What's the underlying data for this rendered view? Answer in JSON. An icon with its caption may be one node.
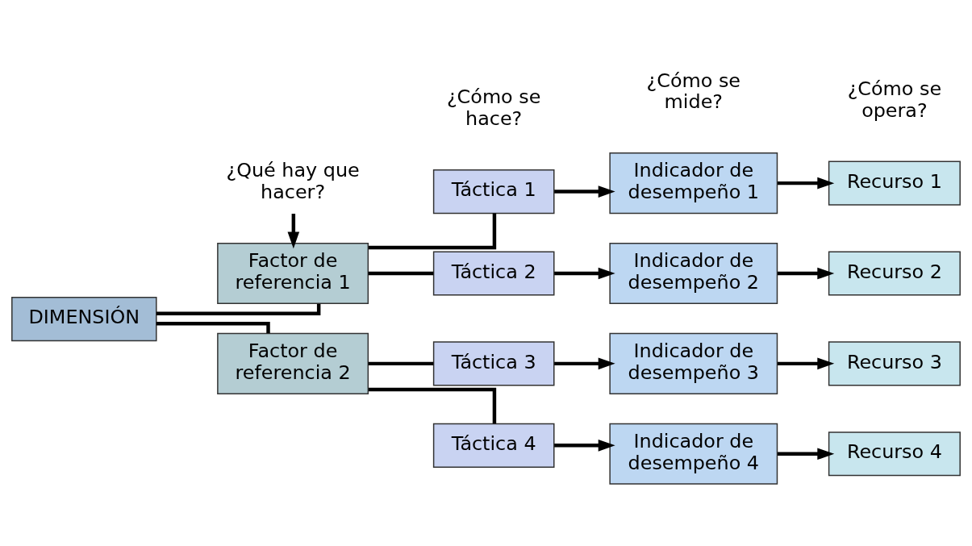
{
  "diagram": {
    "nodes": [
      {
        "text": [
          "¿Qué hay que hacer?"
        ]
      },
      {
        "text": [
          "DIMENSIÓN"
        ]
      },
      {
        "text": [
          "Factor de referencia 1"
        ]
      },
      {
        "text": [
          "Factor de referencia 2"
        ]
      },
      {
        "text": [
          "Táctica 1"
        ]
      },
      {
        "text": [
          "Táctica 2"
        ]
      },
      {
        "text": [
          "Táctica 3"
        ]
      },
      {
        "text": [
          "Táctica 4"
        ]
      },
      {
        "text": [
          "Indicador de desempeño 1"
        ]
      },
      {
        "text": [
          "Indicador de desempeño 2"
        ]
      },
      {
        "text": [
          "Indicador de desempeño 3"
        ]
      },
      {
        "text": [
          "Indicador de desempeño 4"
        ]
      },
      {
        "text": [
          "Recurso 1"
        ]
      },
      {
        "text": [
          "Recurso 2"
        ]
      },
      {
        "text": [
          "Recurso 3"
        ]
      },
      {
        "text": [
          "Recurso 4"
        ]
      }
    ],
    "edges": [
      {
        "from": 0,
        "to": 2,
        "arrow": "to"
      },
      {
        "from": 1,
        "to": 2,
        "arrow": "none"
      },
      {
        "from": 1,
        "to": 3,
        "arrow": "none"
      },
      {
        "from": 2,
        "to": 4,
        "arrow": "none"
      },
      {
        "from": 2,
        "to": 5,
        "arrow": "none"
      },
      {
        "from": 3,
        "to": 6,
        "arrow": "none"
      },
      {
        "from": 3,
        "to": 7,
        "arrow": "none"
      },
      {
        "from": 4,
        "to": 8,
        "arrow": "to"
      },
      {
        "from": 5,
        "to": 9,
        "arrow": "to"
      },
      {
        "from": 6,
        "to": 10,
        "arrow": "to"
      },
      {
        "from": 7,
        "to": 11,
        "arrow": "to"
      },
      {
        "from": 8,
        "to": 12,
        "arrow": "to"
      },
      {
        "from": 9,
        "to": 13,
        "arrow": "to"
      },
      {
        "from": 10,
        "to": 14,
        "arrow": "to"
      },
      {
        "from": 11,
        "to": 15,
        "arrow": "to"
      }
    ],
    "labels": [
      "¿Cómo se hace?",
      "¿Cómo se mide?",
      "¿Cómo se opera?"
    ]
  }
}
